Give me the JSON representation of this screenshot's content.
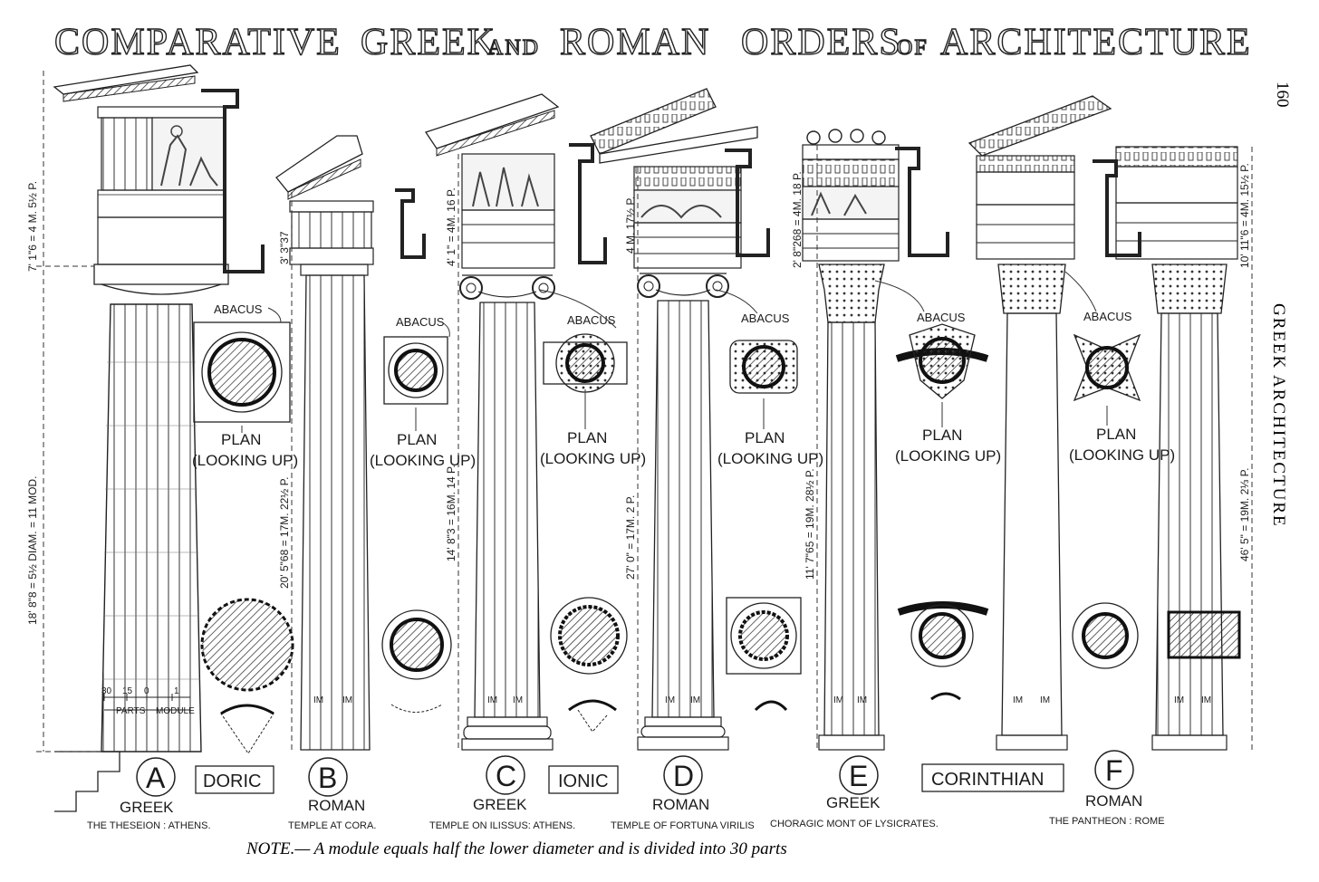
{
  "title": {
    "main1": "COMPARATIVE",
    "main2": "GREEK",
    "and": "AND",
    "main3": "ROMAN",
    "main4": "ORDERS",
    "of": "OF",
    "main5": "ARCHITECTURE"
  },
  "page_number": "160",
  "side_heading": "GREEK ARCHITECTURE",
  "abacus_label": "ABACUS",
  "plan_label": "PLAN",
  "looking_up_label": "(LOOKING UP)",
  "module_mark": "IM",
  "scale": {
    "ticks": [
      "30",
      "15",
      "0",
      "1"
    ],
    "parts": "PARTS",
    "module": "MODULE"
  },
  "orders": [
    {
      "letter": "A",
      "nation": "GREEK",
      "site": "THE THESEION : ATHENS.",
      "entablature_dim": "7' 1\"6 = 4 M. 5½ P.",
      "column_dim": "18' 8\"8 = 5½ DIAM. = 11 MOD."
    },
    {
      "letter": "B",
      "nation": "ROMAN",
      "site": "TEMPLE AT CORA.",
      "entablature_dim": "3' 3\"37",
      "column_dim": "20' 5\"68 = 17M. 22½ P."
    },
    {
      "letter": "C",
      "nation": "GREEK",
      "site": "TEMPLE ON ILISSUS: ATHENS.",
      "entablature_dim": "4' 1\" = 4M. 16 P.",
      "column_dim": "14' 8\"3 = 16M. 14 P."
    },
    {
      "letter": "D",
      "nation": "ROMAN",
      "site": "TEMPLE OF FORTUNA VIRILIS",
      "entablature_dim": "4 M. 17½ P.",
      "column_dim": "27' 0\" = 17M. 2 P."
    },
    {
      "letter": "E",
      "nation": "GREEK",
      "site": "CHORAGIC MONT OF LYSICRATES.",
      "entablature_dim": "2' 8\"268 = 4M. 18 P.",
      "column_dim": "11' 7\"65 = 19M. 28½ P."
    },
    {
      "letter": "F",
      "nation": "ROMAN",
      "site": "THE PANTHEON : ROME",
      "entablature_dim": "10' 11\"6 = 4M. 15½ P.",
      "column_dim": "46' 5\" = 19M. 2⅓ P."
    }
  ],
  "order_names": [
    "DORIC",
    "IONIC",
    "CORINTHIAN"
  ],
  "note": "NOTE.— A module equals half the lower diameter and is divided into 30 parts"
}
